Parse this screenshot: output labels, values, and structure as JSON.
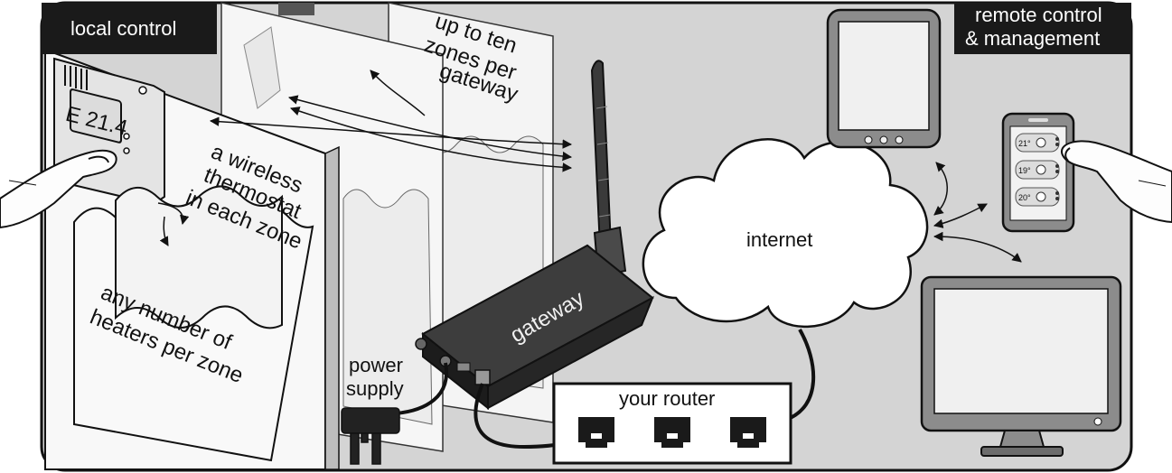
{
  "labels": {
    "local_control": "local control",
    "remote_control_line1": "remote control",
    "remote_control_line2": "& management",
    "zones_line1": "up to ten",
    "zones_line2": "zones per",
    "zones_line3": "gateway",
    "thermostat_line1": "a wireless",
    "thermostat_line2": "thermostat",
    "thermostat_line3": "in each zone",
    "heaters_line1": "any number of",
    "heaters_line2": "heaters per zone",
    "power_line1": "power",
    "power_line2": "supply",
    "gateway": "gateway",
    "router": "your router",
    "internet": "internet"
  },
  "thermostat_display": "E 21.4",
  "phone_temps": [
    "21°",
    "19°",
    "20°"
  ],
  "colors": {
    "background_panel": "#d4d4d4",
    "label_dark": "#1a1a1a",
    "device_dark": "#2b2b2b",
    "stroke": "#111111",
    "panel_white": "#f6f6f6"
  }
}
